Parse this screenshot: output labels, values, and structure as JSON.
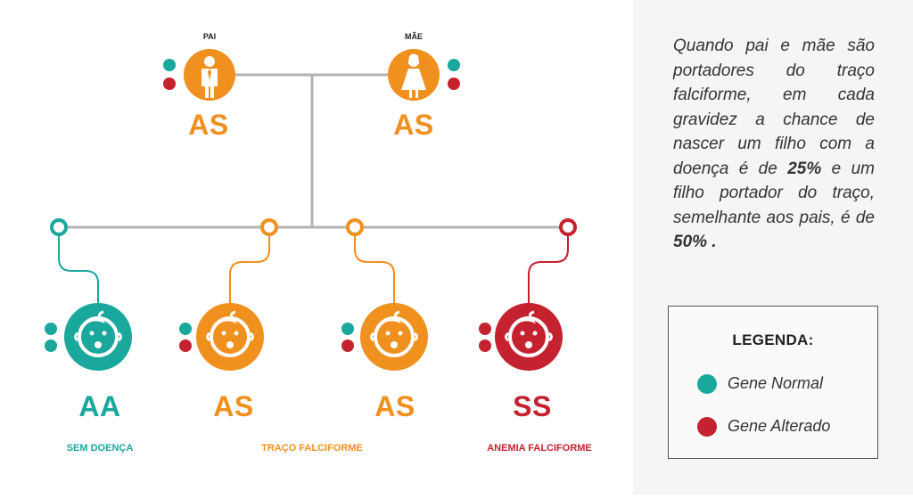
{
  "colors": {
    "teal": "#1aa79c",
    "orange": "#f0901e",
    "red": "#c4222f",
    "line": "#b3b3b3"
  },
  "parents": [
    {
      "label": "PAI",
      "genotype": "AS",
      "icon": "father-icon"
    },
    {
      "label": "MÃE",
      "genotype": "AS",
      "icon": "mother-icon"
    }
  ],
  "children": [
    {
      "genotype": "AA",
      "icon": "baby-face-icon"
    },
    {
      "genotype": "AS",
      "icon": "baby-face-icon"
    },
    {
      "genotype": "AS",
      "icon": "baby-face-icon"
    },
    {
      "genotype": "SS",
      "icon": "baby-face-icon"
    }
  ],
  "outcomes": {
    "sem_doenca": "SEM DOENÇA",
    "traco": "TRAÇO FALCIFORME",
    "anemia": "ANEMIA FALCIFORME"
  },
  "explanation": {
    "part1": "Quando pai e mãe são portadores do traço falciforme, em cada gravidez a chance de nascer um filho com a doença é de ",
    "pct1": "25%",
    "part2": " e um filho portador do traço, semelhante aos pais, é de ",
    "pct2": "50%",
    "part3": " ."
  },
  "legend": {
    "title": "LEGENDA:",
    "normal": "Gene Normal",
    "altered": "Gene Alterado"
  }
}
